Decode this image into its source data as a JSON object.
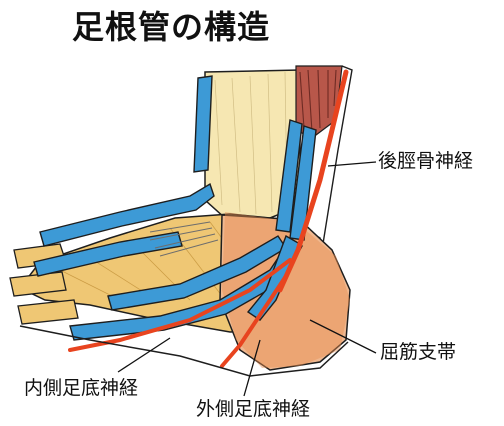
{
  "title": "足根管の構造",
  "labels": {
    "posterior_tibial_nerve": "後脛骨神経",
    "flexor_retinaculum": "屈筋支帯",
    "medial_plantar_nerve": "内側足底神経",
    "lateral_plantar_nerve": "外側足底神経"
  },
  "colors": {
    "tendon_blue": "#3d9ad6",
    "bone_yellow": "#efc774",
    "nerve_red": "#e8441f",
    "retinaculum_overlay": "#e98f4f",
    "outline": "#1e1e1e"
  }
}
